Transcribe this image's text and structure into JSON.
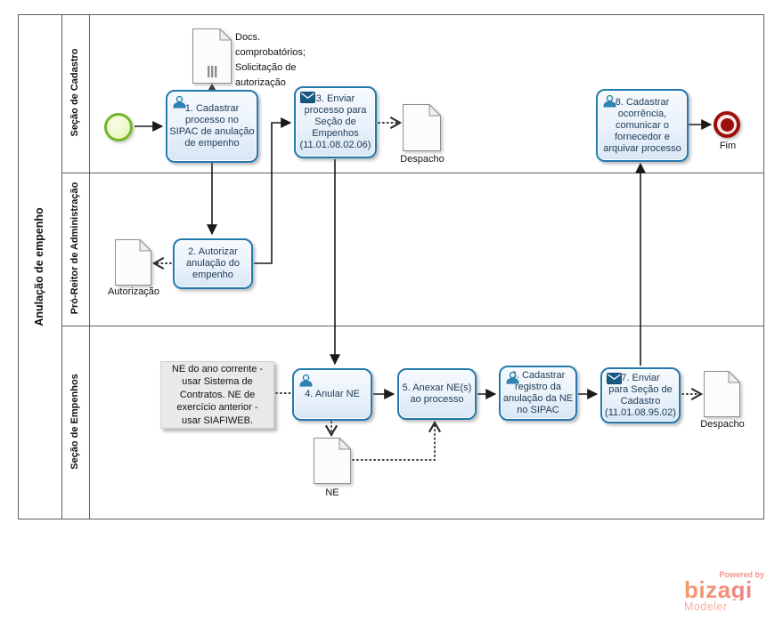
{
  "pool": {
    "title": "Anulação de empenho"
  },
  "lanes": [
    {
      "label": "Seção de Cadastro"
    },
    {
      "label": "Pró-Reitor de Administração"
    },
    {
      "label": "Seção de Empenhos"
    }
  ],
  "events": {
    "start": {
      "label": ""
    },
    "end": {
      "label": "Fim"
    }
  },
  "tasks": [
    {
      "icon": "user-icon",
      "label": "1. Cadastrar\nprocesso no\nSIPAC de anulação\nde empenho"
    },
    {
      "icon": "none",
      "label": "2. Autorizar\nanulação do\nempenho"
    },
    {
      "icon": "message-icon",
      "label": "3. Enviar\nprocesso para\nSeção de\nEmpenhos\n(11.01.08.02.06)"
    },
    {
      "icon": "user-icon",
      "label": "4. Anular NE"
    },
    {
      "icon": "none",
      "label": "5. Anexar NE(s)\nao processo"
    },
    {
      "icon": "user-icon",
      "label": "6. Cadastrar\nregistro da\nanulação da NE\nno SIPAC"
    },
    {
      "icon": "message-icon",
      "label": "7. Enviar\npara Seção de\nCadastro\n(11.01.08.95.02)"
    },
    {
      "icon": "user-icon",
      "label": "8. Cadastrar\nocorrência,\ncomunicar o\nfornecedor e\narquivar processo"
    }
  ],
  "documents": [
    {
      "label": "Docs.\ncomprobatórios;\nSolicitação de\nautorização",
      "multiple": true
    },
    {
      "label": "Despacho"
    },
    {
      "label": "Autorização"
    },
    {
      "label": "NE"
    },
    {
      "label": "Despacho"
    }
  ],
  "annotation": {
    "text": "NE do ano corrente -\nusar Sistema de\nContratos. NE de\nexercício anterior -\nusar SIAFIWEB."
  },
  "branding": {
    "powered_by": "Powered by",
    "brand": "bizagi",
    "product": "Modeler"
  },
  "colors": {
    "task_border": "#2379ad",
    "task_fill": "#e9f1fa",
    "start_event_border": "#72b629",
    "end_event": "#9b0f0e",
    "annotation_bg": "#e9e9e9",
    "brand_coral": "#ef8b7c"
  }
}
